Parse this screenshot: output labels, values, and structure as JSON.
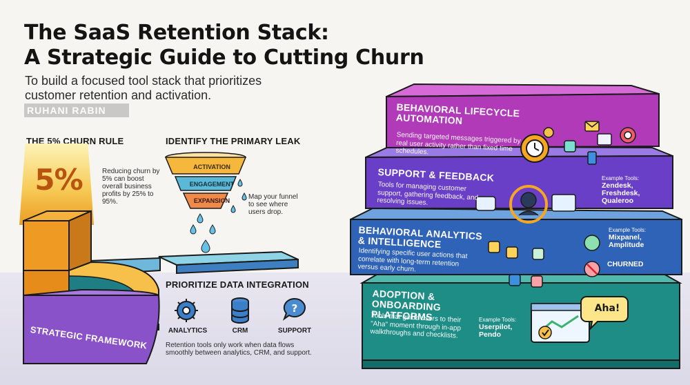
{
  "title_line1": "The SaaS Retention Stack:",
  "title_line2": "A Strategic Guide to Cutting Churn",
  "subtitle": "To build a focused tool stack that prioritizes customer retention and activation.",
  "watermark": "RUHANI RABIN",
  "churn_rule": {
    "heading": "THE 5% CHURN RULE",
    "big_value": "5%",
    "text": "Reducing churn by 5% can boost overall business profits by 25% to 95%."
  },
  "primary_leak": {
    "heading": "IDENTIFY THE PRIMARY LEAK",
    "stages": [
      "ACTIVATION",
      "ENGAGEMENT",
      "EXPANSION"
    ],
    "note": "Map your funnel to see where users drop."
  },
  "framework_label": "STRATEGIC FRAMEWORK",
  "data_integration": {
    "heading": "PRIORITIZE DATA INTEGRATION",
    "items": [
      "ANALYTICS",
      "CRM",
      "SUPPORT"
    ],
    "note": "Retention tools only work when data flows smoothly between analytics, CRM, and support."
  },
  "stack": [
    {
      "title": "BEHAVIORAL LIFECYCLE AUTOMATION",
      "desc": "Sending targeted messages triggered by real user activity rather than fixed time schedules.",
      "color": "#b03ab8"
    },
    {
      "title": "SUPPORT & FEEDBACK",
      "desc": "Tools for managing customer support, gathering feedback, and resolving issues.",
      "tools_label": "Example Tools:",
      "tools": [
        "Zendesk,",
        "Freshdesk,",
        "Qualeroo"
      ],
      "color": "#6a3fc7"
    },
    {
      "title": "BEHAVIORAL ANALYTICS & INTELLIGENCE",
      "desc": "Identifying specific user actions that correlate with long-term retention versus early churn.",
      "tools_label": "Example Tools:",
      "tools": [
        "Mixpanel,",
        "Amplitude"
      ],
      "badge": "CHURNED",
      "color": "#2f63b8"
    },
    {
      "title": "ADOPTION & ONBOARDING PLATFORMS",
      "desc": "Tools that guide users to their \"Aha\" moment through in-app walkthroughs and checklists.",
      "tools_label": "Example Tools:",
      "tools": [
        "Userpilot,",
        "Pendo"
      ],
      "callout": "Aha!",
      "color": "#1e8d86"
    }
  ]
}
